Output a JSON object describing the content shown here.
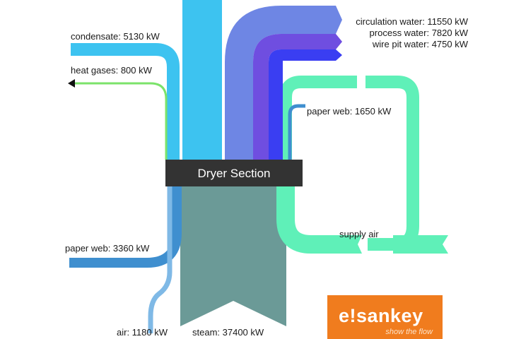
{
  "diagram": {
    "center_label": "Dryer Section",
    "flows": {
      "condensate": "condensate: 5130 kW",
      "heat_gases": "heat gases: 800 kW",
      "paper_web_in": "paper web: 3360 kW",
      "air": "air: 1180 kW",
      "steam": "steam: 37400 kW",
      "circulation_water": "circulation water: 11550 kW",
      "process_water": "process water: 7820 kW",
      "wire_pit_water": "wire pit water: 4750 kW",
      "paper_web_out": "paper web: 1650 kW",
      "supply_air": "supply air"
    },
    "colors": {
      "condensate": "#3dc3f0",
      "heat_gases": "#7be36a",
      "paper_web": "#3f8fcf",
      "steam": "#6b9a97",
      "circulation_water": "#6e86e4",
      "process_water": "#6f4ee0",
      "wire_pit_water": "#3a3ef2",
      "supply_air": "#5ff0b8",
      "section_box": "#333333"
    }
  },
  "logo": {
    "brand": "e!sankey",
    "tagline": "show the flow"
  }
}
